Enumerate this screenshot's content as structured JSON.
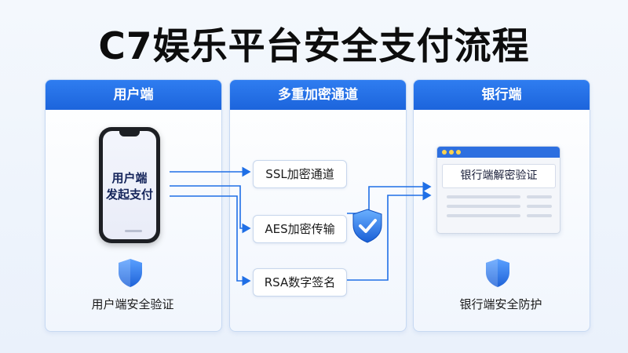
{
  "title": "C7娱乐平台安全支付流程",
  "panels": {
    "user": {
      "header": "用户端",
      "phone_line1": "用户端",
      "phone_line2": "发起支付",
      "caption": "用户端安全验证"
    },
    "channel": {
      "header": "多重加密通道",
      "steps": [
        "SSL加密通道",
        "AES加密传输",
        "RSA数字签名"
      ]
    },
    "bank": {
      "header": "银行端",
      "screen_title": "银行端解密验证",
      "caption": "银行端安全防护"
    }
  },
  "colors": {
    "accent": "#1f6fe6",
    "header": "#2270e8",
    "shield": "#3b82f6",
    "check": "#ffffff"
  },
  "icons": [
    "phone-icon",
    "shield-icon",
    "shield-check-icon",
    "browser-window-icon",
    "arrow-right-icon"
  ]
}
